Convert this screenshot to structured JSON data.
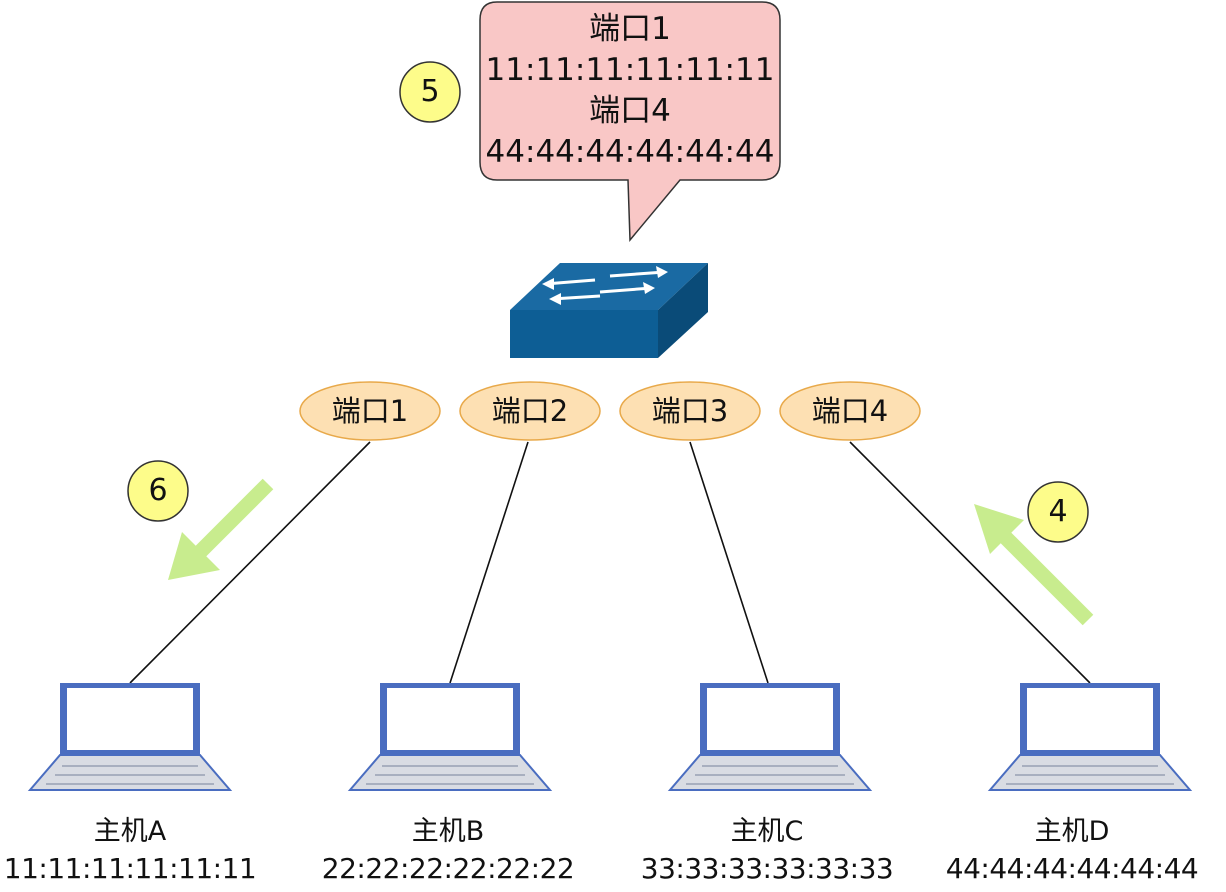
{
  "mac_table_bubble": {
    "entries": [
      {
        "port": "端口1",
        "mac": "11:11:11:11:11:11"
      },
      {
        "port": "端口4",
        "mac": "44:44:44:44:44:44"
      }
    ]
  },
  "ports": [
    "端口1",
    "端口2",
    "端口3",
    "端口4"
  ],
  "step_badges": [
    "5",
    "6",
    "4"
  ],
  "hosts": [
    {
      "name": "主机A",
      "mac": "11:11:11:11:11:11"
    },
    {
      "name": "主机B",
      "mac": "22:22:22:22:22:22"
    },
    {
      "name": "主机C",
      "mac": "33:33:33:33:33:33"
    },
    {
      "name": "主机D",
      "mac": "44:44:44:44:44:44"
    }
  ],
  "colors": {
    "bubble_fill": "#f9c7c6",
    "port_fill": "#fde0b3",
    "port_stroke": "#e8a94a",
    "badge_fill": "#fdfc8a",
    "arrow": "#c8ec8e",
    "switch": "#0d5e95",
    "laptop_frame": "#4a6dc0"
  }
}
